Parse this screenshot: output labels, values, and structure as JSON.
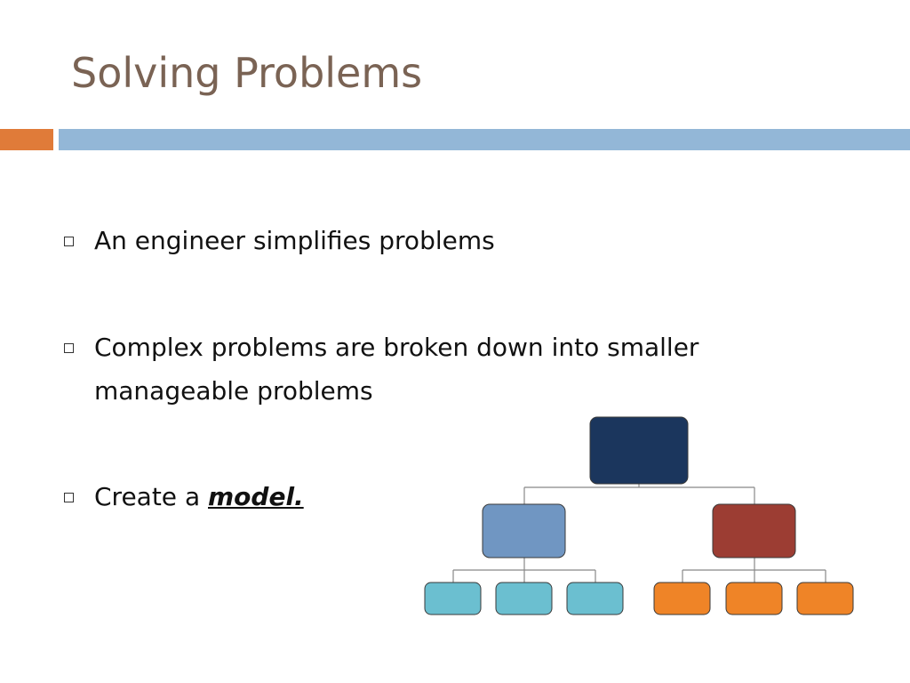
{
  "slide": {
    "title": "Solving Problems",
    "accent_colors": {
      "left_bar": "#e07b39",
      "right_bar": "#93b7d7"
    }
  },
  "bullets": [
    {
      "text": "An engineer simplifies problems"
    },
    {
      "text": "Complex problems are broken down into smaller manageable problems"
    },
    {
      "prefix": "Create a ",
      "emphasis": "model."
    }
  ],
  "diagram": {
    "levels": [
      {
        "level": 0,
        "boxes": 1,
        "color": "#1b365d"
      },
      {
        "level": 1,
        "boxes": 2,
        "colors": [
          "#7096c2",
          "#9c3d33"
        ]
      },
      {
        "level": 2,
        "boxes": 6,
        "colors": [
          "#6bbfd0",
          "#6bbfd0",
          "#6bbfd0",
          "#ef8427",
          "#ef8427",
          "#ef8427"
        ]
      }
    ],
    "connector_color": "#888888"
  }
}
